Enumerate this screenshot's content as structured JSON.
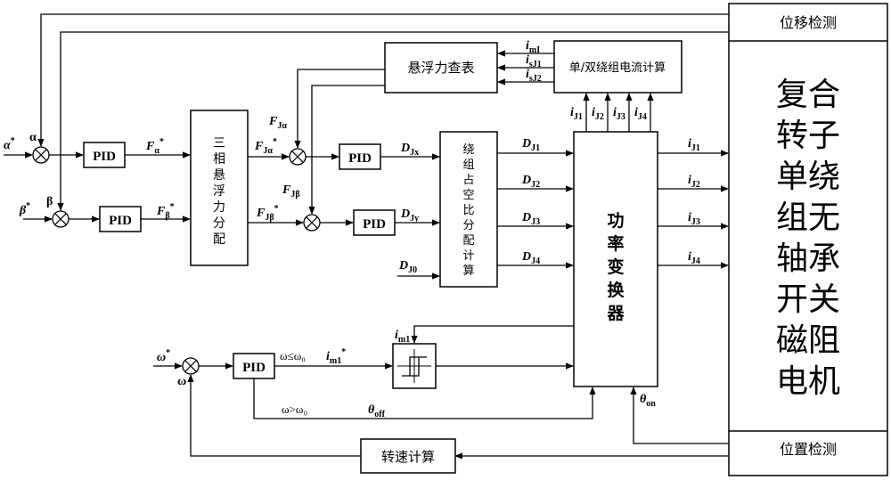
{
  "blocks": {
    "pid_alpha": "PID",
    "pid_beta": "PID",
    "pid_x": "PID",
    "pid_y": "PID",
    "pid_speed": "PID",
    "levitation_distribution": [
      "三",
      "相",
      "悬",
      "浮",
      "力",
      "分",
      "配"
    ],
    "force_lookup": "悬浮力查表",
    "current_calc": "单/双绕组电流计算",
    "duty_calc": [
      "绕",
      "组",
      "占",
      "空",
      "比",
      "分",
      "配",
      "计",
      "算"
    ],
    "power_converter": [
      "功",
      "率",
      "变",
      "换",
      "器"
    ],
    "motor": [
      "复合",
      "转子",
      "单绕",
      "组无",
      "轴承",
      "开关",
      "磁阻",
      "电机"
    ],
    "displacement_detect": "位移检测",
    "position_detect": "位置检测",
    "speed_calc": "转速计算"
  },
  "signals": {
    "alpha_ref_main": "α",
    "alpha_ref_sup": "*",
    "alpha_fb": "α",
    "beta_ref_main": "β",
    "beta_ref_sup": "*",
    "beta_fb": "β",
    "f_alpha_main": "F",
    "f_alpha_sub": "α",
    "f_alpha_sup": "*",
    "f_beta_main": "F",
    "f_beta_sub": "β",
    "f_beta_sup": "*",
    "fja_ref_main": "F",
    "fja_ref_sub": "Jα",
    "fja_ref_sup": "*",
    "fja_fb_main": "F",
    "fja_fb_sub": "Jα",
    "fjb_ref_main": "F",
    "fjb_ref_sub": "Jβ",
    "fjb_ref_sup": "*",
    "fjb_fb_main": "F",
    "fjb_fb_sub": "Jβ",
    "djx_main": "D",
    "djx_sub": "Jx",
    "djy_main": "D",
    "djy_sub": "Jy",
    "dj0_main": "D",
    "dj0_sub": "J0",
    "dj1_main": "D",
    "dj1_sub": "J1",
    "dj2_main": "D",
    "dj2_sub": "J2",
    "dj3_main": "D",
    "dj3_sub": "J3",
    "dj4_main": "D",
    "dj4_sub": "J4",
    "imi_main": "i",
    "imi_sub": "mI",
    "isj1_main": "i",
    "isj1_sub": "sJ1",
    "isj2_main": "i",
    "isj2_sub": "sJ2",
    "fb_ij1_main": "i",
    "fb_ij1_sub": "J1",
    "fb_ij2_main": "i",
    "fb_ij2_sub": "J2",
    "fb_ij3_main": "i",
    "fb_ij3_sub": "J3",
    "fb_ij4_main": "i",
    "fb_ij4_sub": "J4",
    "out_ij1_main": "i",
    "out_ij1_sub": "J1",
    "out_ij2_main": "i",
    "out_ij2_sub": "J2",
    "out_ij3_main": "i",
    "out_ij3_sub": "J3",
    "out_ij4_main": "i",
    "out_ij4_sub": "J4",
    "im1_main": "i",
    "im1_sub": "m1",
    "im1_ref_main": "i",
    "im1_ref_sub": "m1",
    "im1_ref_sup": "*",
    "omega_ref_main": "ω",
    "omega_ref_sup": "*",
    "omega_fb": "ω",
    "cond_low": "ω≤ω₀",
    "cond_high": "ω>ω₀",
    "theta_off_main": "θ",
    "theta_off_sub": "off",
    "theta_on_main": "θ",
    "theta_on_sub": "on"
  }
}
